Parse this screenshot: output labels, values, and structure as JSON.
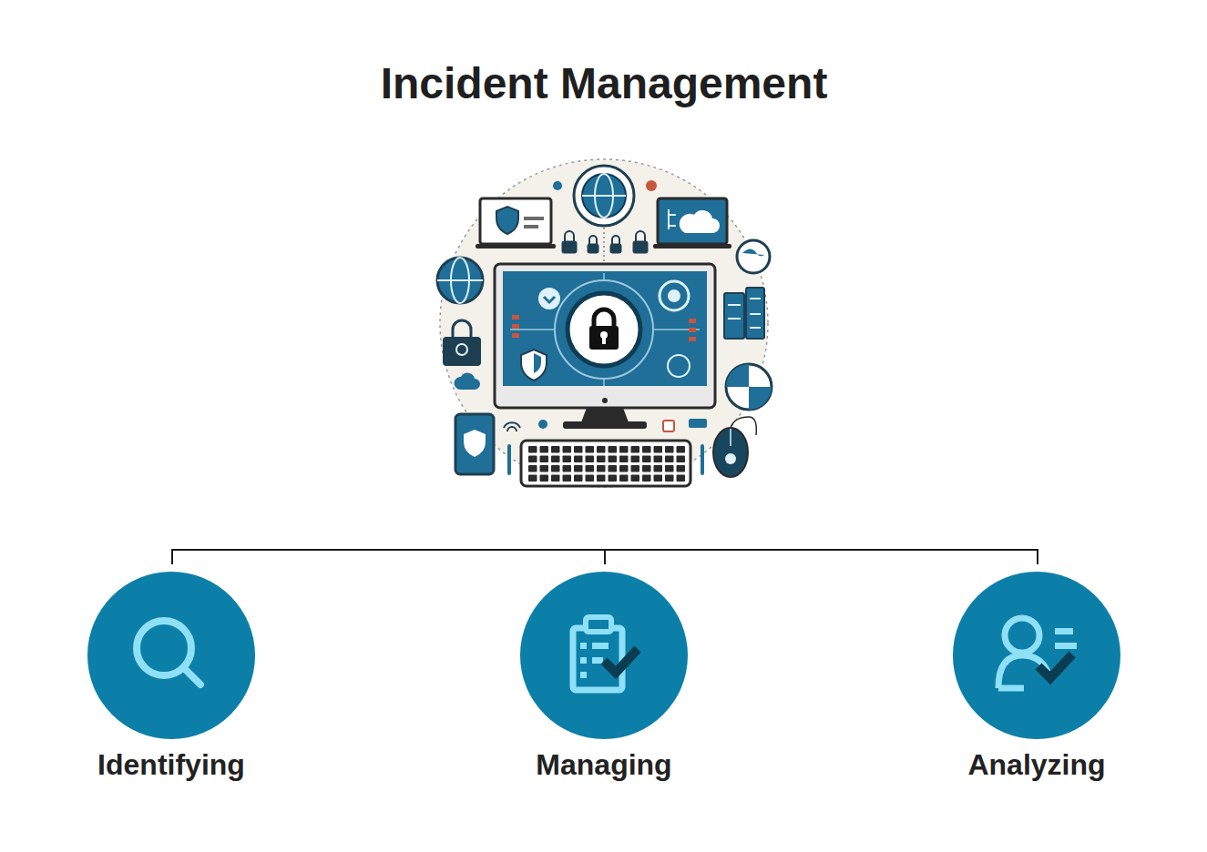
{
  "diagram": {
    "title": "Incident Management",
    "nodes": [
      {
        "text": [
          "Identifying"
        ]
      },
      {
        "text": [
          "Managing"
        ]
      },
      {
        "text": [
          "Analyzing"
        ]
      }
    ]
  }
}
